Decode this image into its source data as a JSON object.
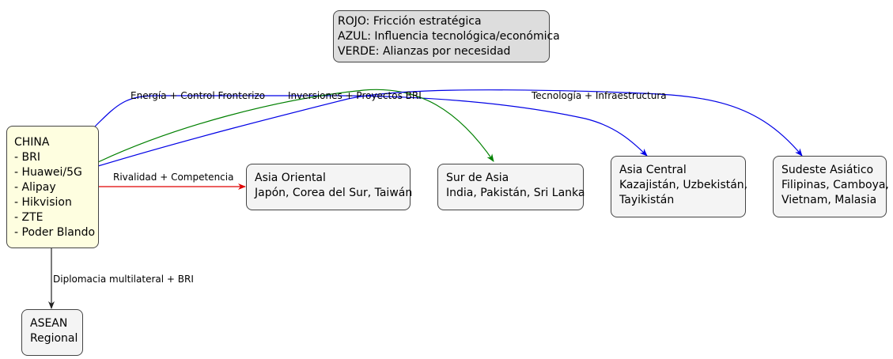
{
  "legend": {
    "lines": [
      "ROJO: Fricción estratégica",
      "AZUL: Influencia tecnológica/económica",
      "VERDE: Alianzas por necesidad"
    ]
  },
  "nodes": {
    "china": {
      "lines": [
        "CHINA",
        "- BRI",
        "- Huawei/5G",
        "- Alipay",
        "- Hikvision",
        "- ZTE",
        "- Poder Blando"
      ]
    },
    "asia_oriental": {
      "lines": [
        "Asia Oriental",
        "Japón, Corea del Sur, Taiwán"
      ]
    },
    "sur_asia": {
      "lines": [
        "Sur de Asia",
        "India, Pakistán, Sri Lanka"
      ]
    },
    "asia_central": {
      "lines": [
        "Asia Central",
        "Kazajistán, Uzbekistán,",
        "Tayikistán"
      ]
    },
    "sudeste_asiatico": {
      "lines": [
        "Sudeste Asiático",
        "Filipinas, Camboya,",
        "Vietnam, Malasia"
      ]
    },
    "asean": {
      "lines": [
        "ASEAN",
        "Regional"
      ]
    }
  },
  "edges": {
    "rivalidad": {
      "label": "Rivalidad + Competencia",
      "color": "#e00000"
    },
    "energia": {
      "label": "Energía + Control Fronterizo",
      "color": "#0000e6"
    },
    "inversiones": {
      "label": "Inversiones + Proyectos BRI",
      "color": "#008000"
    },
    "tecnologia": {
      "label": "Tecnología + Infraestructura",
      "color": "#0000e6"
    },
    "diplomacia": {
      "label": "Diplomacia multilateral + BRI",
      "color": "#222222"
    }
  }
}
